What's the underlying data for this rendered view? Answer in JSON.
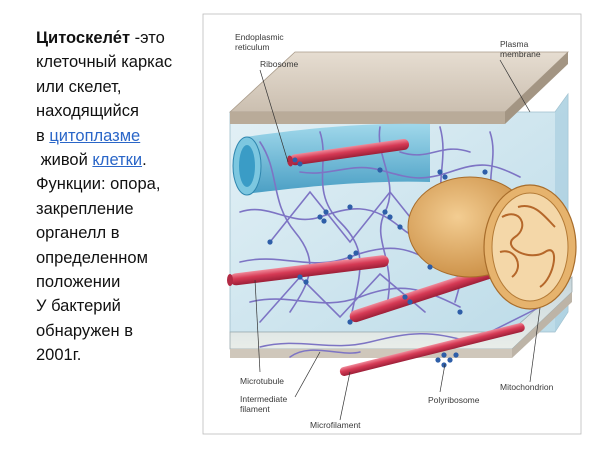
{
  "slide": {
    "term": "Цитоскеле́т",
    "dash_text": " -это",
    "lines": {
      "l2": "клеточный каркас",
      "l3": "или скелет,",
      "l4": "находящийся",
      "l5_prefix": "в ",
      "l6_prefix": " живой ",
      "l6_suffix": ".",
      "l7": "Функции: опора,",
      "l8": "закрепление",
      "l9": "органелл в",
      "l10": "определенном",
      "l11": "положении",
      "l12": "У бактерий",
      "l13": "обнаружен в",
      "l14": "2001г."
    },
    "links": {
      "cytoplasm": "цитоплазме",
      "cell": "клетки"
    },
    "link_color": "#2a66c8"
  },
  "diagram": {
    "labels": {
      "er": "Endoplasmic",
      "er2": "reticulum",
      "ribosome": "Ribosome",
      "plasma": "Plasma",
      "plasma2": "membrane",
      "microtubule": "Microtubule",
      "intermediate": "Intermediate",
      "intermediate2": "filament",
      "microfilament": "Microfilament",
      "polyribosome": "Polyribosome",
      "mitochondrion": "Mitochondrion"
    },
    "colors": {
      "background": "#cfe6f0",
      "membrane": "#d9d0c4",
      "filament": "#7d74c4",
      "microtubule": "#d63a55",
      "er": "#5cb4d6",
      "mitochondrion": "#e1a75c",
      "ribosome": "#2e5ea8"
    }
  }
}
